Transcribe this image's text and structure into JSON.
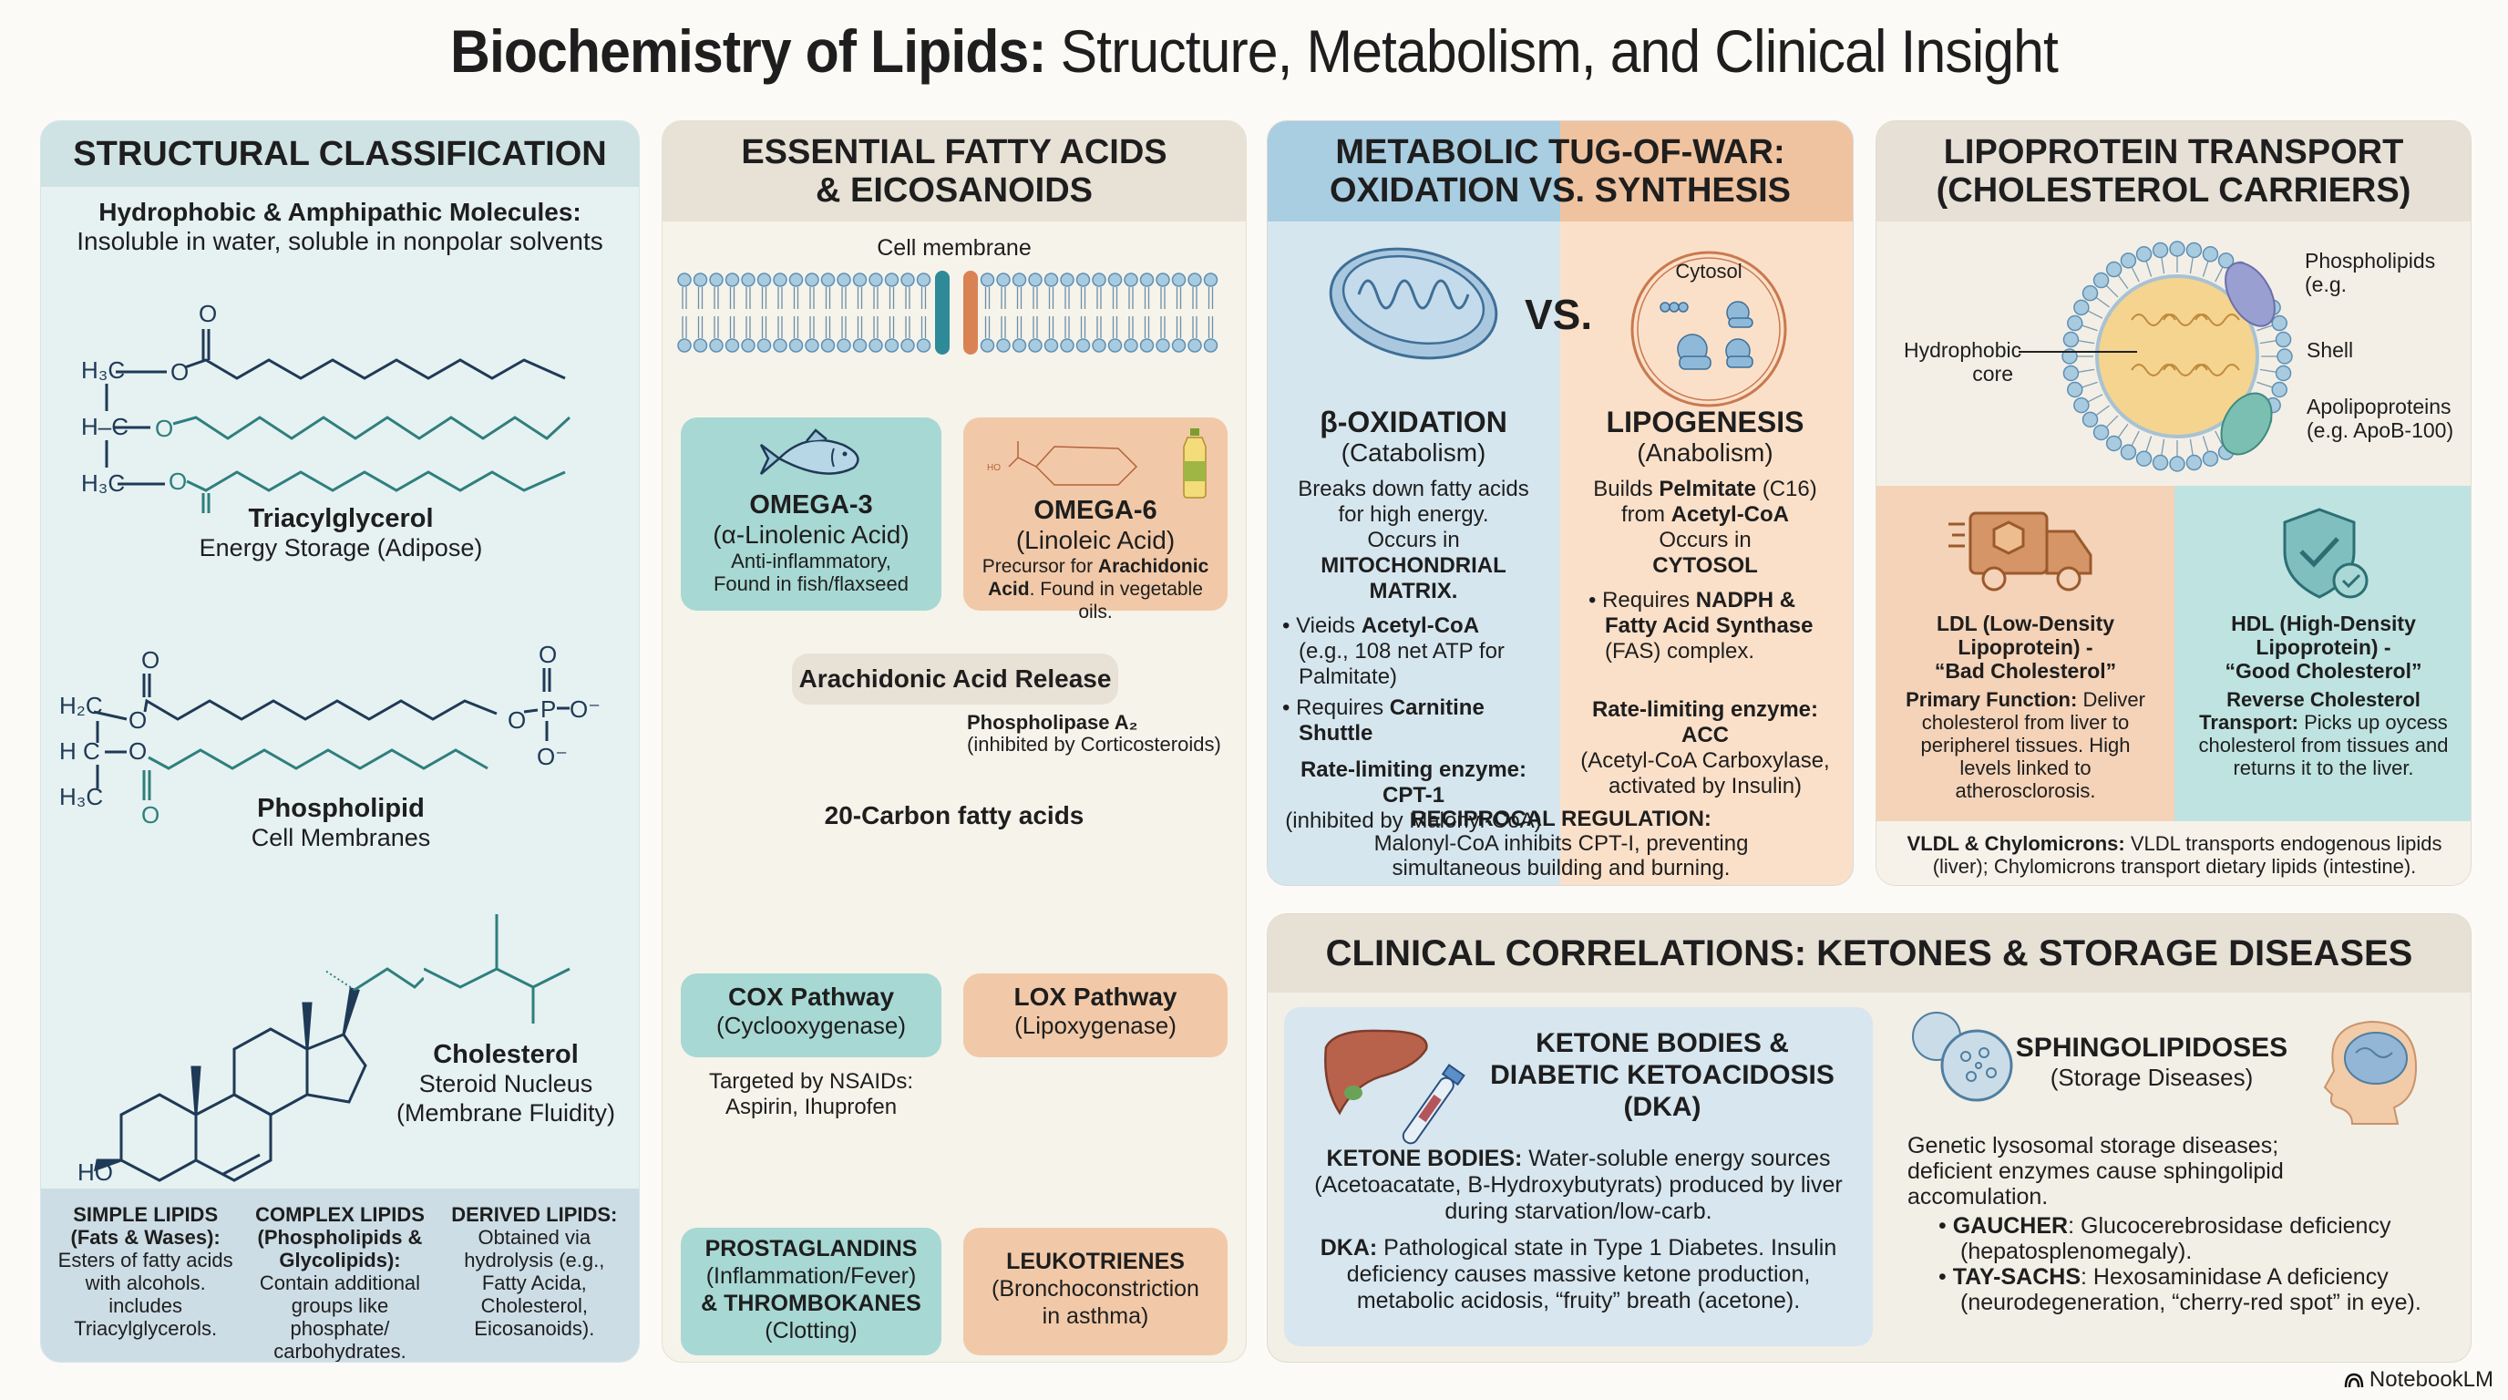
{
  "header": {
    "title_bold": "Biochemistry of Lipids:",
    "title_rest": " Structure, Metabolism, and Clinical Insight"
  },
  "structural": {
    "heading": "STRUCTURAL CLASSIFICATION",
    "intro_bold": "Hydrophobic & Amphipathic Molecules:",
    "intro_text": "Insoluble in water, soluble in nonpolar solvents",
    "molecules": [
      {
        "name": "Triacylglycerol",
        "desc": "Energy Storage (Adipose)"
      },
      {
        "name": "Phospholipid",
        "desc": "Cell Membranes"
      },
      {
        "name": "Cholesterol",
        "desc": "Steroid Nucleus",
        "desc2": "(Membrane Fluidity)"
      }
    ],
    "atoms": {
      "h3c": "H₃C",
      "h2c": "H₂C",
      "hc": "H–C",
      "o": "O",
      "p": "P",
      "o_minus": "O⁻",
      "ho": "HO"
    },
    "classes": [
      {
        "title": "SIMPLE LIPIDS",
        "sub": "(Fats & Wases):",
        "text": "Esters of fatty acids with alcohols. includes Triacylglycerols."
      },
      {
        "title": "COMPLEX LIPIDS",
        "sub": "(Phospholipids & Glycolipids):",
        "text": "Contain additional groups like phosphate/ carbohydrates."
      },
      {
        "title": "DERIVED LIPIDS:",
        "sub": "",
        "text": "Obtained via hydrolysis (e.g., Fatty Acida, Cholesterol, Eicosanoids)."
      }
    ]
  },
  "essential": {
    "heading_l1": "ESSENTIAL FATTY ACIDS",
    "heading_l2": "& EICOSANOIDS",
    "membrane_label": "Cell membrane",
    "omega3": {
      "title": "OMEGA-3",
      "sub": "(α-Linolenic Acid)",
      "text1": "Anti-inflammatory,",
      "text2": "Found in fish/flaxseed"
    },
    "omega6": {
      "title": "OMEGA-6",
      "sub": "(Linoleic Acid)",
      "text_pre": "Precursor for ",
      "text_bold1": "Arachidonic",
      "text_bold2": "Acid",
      "text_post": ". Found in vegetable oils.",
      "ho": "HO"
    },
    "release": "Arachidonic Acid Release",
    "enzyme": "Phospholipase A₂",
    "enzyme_note": "(inhibited by Corticosteroids)",
    "carbon": "20-Carbon fatty acids",
    "cox": {
      "title": "COX Pathway",
      "sub": "(Cyclooxygenase)"
    },
    "lox": {
      "title": "LOX Pathway",
      "sub": "(Lipoxygenase)"
    },
    "nsaid1": "Targeted by NSAIDs:",
    "nsaid2": "Aspirin, Ihuprofen",
    "prosta": {
      "t1": "PROSTAGLANDINS",
      "s1": "(Inflammation/Fever)",
      "t2": "& THROMBOKANES",
      "s2": "(Clotting)"
    },
    "leuko": {
      "t1": "LEUKOTRIENES",
      "s1": "(Bronchoconstriction",
      "s2": "in asthma)"
    }
  },
  "metabolic": {
    "heading_l1": "METABOLIC TUG-OF-WAR:",
    "heading_l2": "OXIDATION VS. SYNTHESIS",
    "vs": "VS.",
    "cytosol_label": "Cytosol",
    "left": {
      "title": "β-OXIDATION",
      "sub": "(Catabolism)",
      "desc1": "Breaks down fatty acids",
      "desc2": "for high energy.",
      "occurs": "Occurs in",
      "location": "MITOCHONDRIAL MATRIX.",
      "b1_pre": "Vieids ",
      "b1_bold": "Acetyl-CoA",
      "b1_rest": "(e.g., 108 net ATP for Palmitate)",
      "b2_pre": "Requires ",
      "b2_bold": "Carnitine Shuttle",
      "rate": "Rate-limiting enzyme:",
      "enzyme": "CPT-1",
      "enzyme_note": "(inhibited by Malonyl-CoA)"
    },
    "right": {
      "title": "LIPOGENESIS",
      "sub": "(Anabolism)",
      "desc_pre": "Builds ",
      "desc_bold": "Pelmitate",
      "desc_post": " (C16)",
      "desc2_pre": "from ",
      "desc2_bold": "Acetyl-CoA",
      "occurs": "Occurs in",
      "location": "CYTOSOL",
      "b1_pre": "Requires ",
      "b1_bold": "NADPH & Fatty Acid Synthase",
      "b1_rest": " (FAS) complex.",
      "rate": "Rate-limiting enzyme:",
      "enzyme": "ACC",
      "enzyme_note1": "(Acetyl-CoA Carboxylase,",
      "enzyme_note2": "activated by Insulin)"
    },
    "reciprocal_title": "RECIPROCAL REGULATION:",
    "reciprocal_1": "Malonyl-CoA inhibits CPT-I, preventing",
    "reciprocal_2": "simultaneous building and burning."
  },
  "lipoprotein": {
    "heading_l1": "LIPOPROTEIN TRANSPORT",
    "heading_l2": "(CHOLESTEROL CARRIERS)",
    "labels": {
      "core1": "Hydrophobic",
      "core2": "core",
      "phos1": "Phospholipids",
      "phos2": "(e.g.",
      "shell": "Shell",
      "apo1": "Apolipoproteins",
      "apo2": "(e.g. ApoB-100)"
    },
    "ldl": {
      "t1": "LDL (Low-Density",
      "t2": "Lipoprotein) -",
      "t3": "“Bad Cholesterol”",
      "bold": "Primary Function:",
      "text": " Deliver cholesterol from liver to peripherel tissues. High levels linked to atherosclorosis."
    },
    "hdl": {
      "t1": "HDL (High-Density",
      "t2": "Lipoprotein) -",
      "t3": "“Good Cholesterol”",
      "bold": "Reverse Cholesterol Transport:",
      "text": " Picks up oycess cholesterol from tissues and returns it to the liver."
    },
    "vldl_bold": "VLDL & Chylomicrons:",
    "vldl_text": " VLDL transports endogenous lipids (liver); Chylomicrons transport dietary lipids (intestine)."
  },
  "clinical": {
    "heading": "CLINICAL CORRELATIONS: KETONES & STORAGE DISEASES",
    "ketone": {
      "t1": "KETONE BODIES &",
      "t2": "DIABETIC KETOACIDOSIS",
      "t3": "(DKA)",
      "p1_bold": "KETONE BODIES:",
      "p1": " Water-soluble energy sources (Acetoacatate, B-Hydroxybutyrats) produced by liver during starvation/low-carb.",
      "p2_bold": "DKA:",
      "p2": " Pathological state in Type 1 Diabetes. Insulin deficiency causes massive ketone production, metabolic acidosis, “fruity” breath (acetone)."
    },
    "sphingo": {
      "title": "SPHINGOLIPIDOSES",
      "sub": "(Storage Diseases)",
      "intro": "Genetic lysosomal storage diseases; deficient enzymes cause sphingolipid accomulation.",
      "items": [
        {
          "bold": "GAUCHER",
          "text": ": Glucocerebrosidase deficiency (hepatosplenomegaly)."
        },
        {
          "bold": "TAY-SACHS",
          "text": ": Hexosaminidase A deficiency (neurodegeneration, “cherry-red spot” in eye)."
        }
      ]
    }
  },
  "footer": {
    "brand": "NotebookLM"
  },
  "colors": {
    "teal": "#a7d8d4",
    "peach": "#f1c9a8",
    "navy": "#1f3a56",
    "tealLine": "#2e7f7d"
  }
}
